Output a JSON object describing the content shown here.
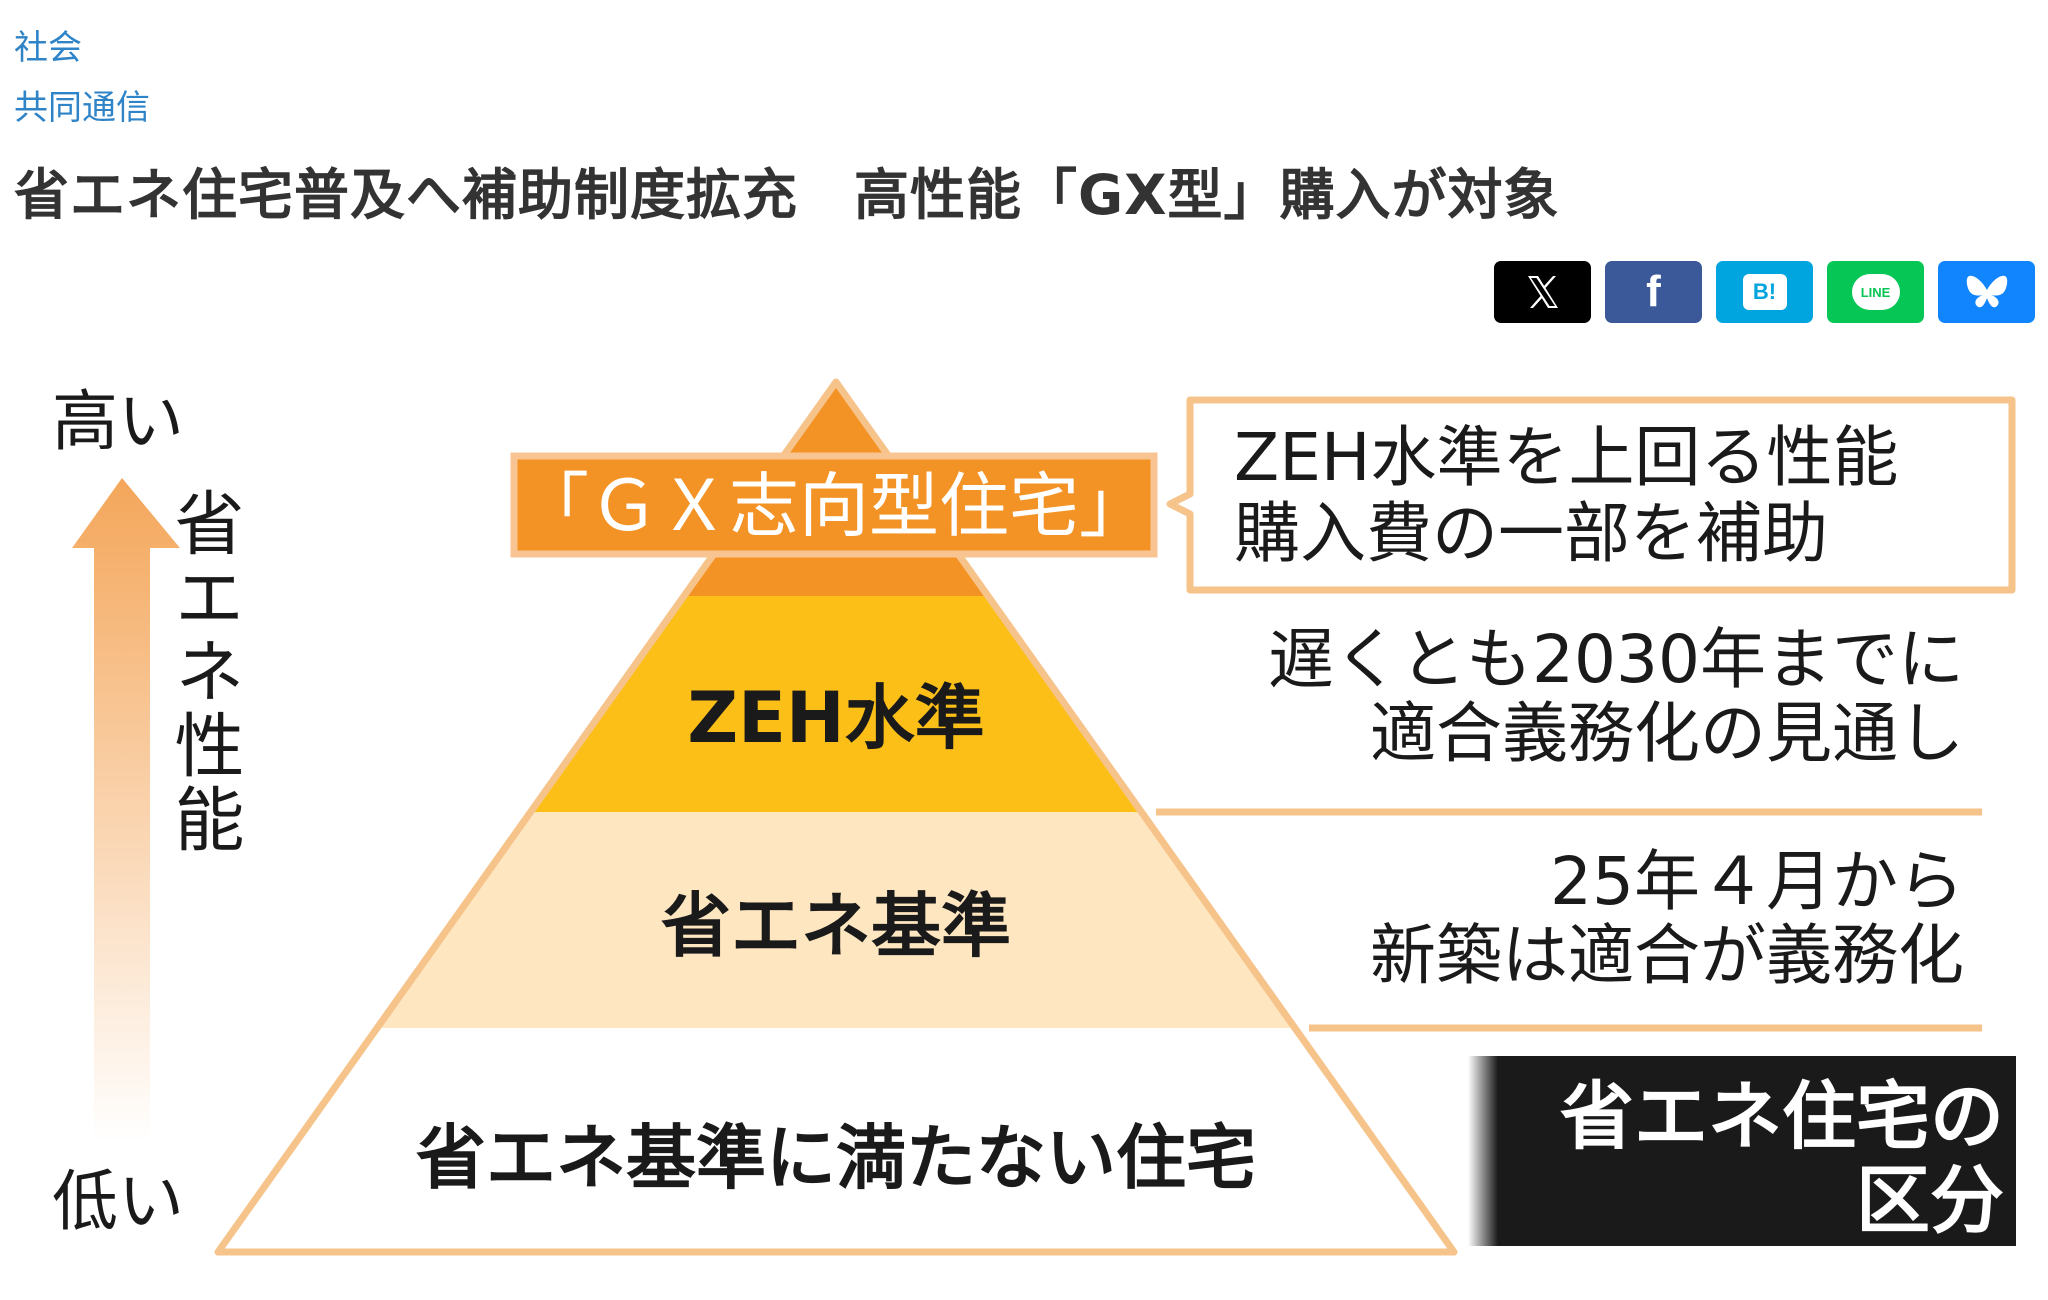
{
  "breadcrumb": {
    "category": "社会",
    "source": "共同通信"
  },
  "article": {
    "headline": "省エネ住宅普及へ補助制度拡充　高性能「GX型」購入が対象"
  },
  "share_buttons": [
    {
      "service": "X",
      "icon": "x-logo-icon",
      "color": "#000000"
    },
    {
      "service": "Facebook",
      "icon": "facebook-icon",
      "glyph": "f",
      "color": "#3b5998"
    },
    {
      "service": "Hatena Bookmark",
      "icon": "hatena-bookmark-icon",
      "glyph": "B!",
      "color": "#00a4de"
    },
    {
      "service": "LINE",
      "icon": "line-icon",
      "glyph": "LINE",
      "color": "#06c755"
    },
    {
      "service": "Bluesky",
      "icon": "bluesky-butterfly-icon",
      "color": "#1185fe"
    }
  ],
  "figure": {
    "axis": {
      "high": "高い",
      "low": "低い",
      "label": "省エネ性能"
    },
    "tiers": [
      {
        "label": "「ＧＸ志向型住宅」",
        "color": "#f39325"
      },
      {
        "label": "ZEH水準",
        "color": "#fbbf18"
      },
      {
        "label": "省エネ基準",
        "color": "#fde6c0"
      },
      {
        "label": "省エネ基準に満たない住宅",
        "color": "#ffffff"
      }
    ],
    "notes": {
      "gx": [
        "ZEH水準を上回る性能",
        "購入費の一部を補助"
      ],
      "zeh": [
        "遅くとも2030年までに",
        "適合義務化の見通し"
      ],
      "standard": [
        "25年４月から",
        "新築は適合が義務化"
      ]
    },
    "title_box": [
      "省エネ住宅の",
      "区分"
    ],
    "colors": {
      "outline": "#f6c38a",
      "arrow_top": "#f4a65a",
      "title_bg": "#1a1a1a",
      "link": "#2f84c8"
    }
  }
}
